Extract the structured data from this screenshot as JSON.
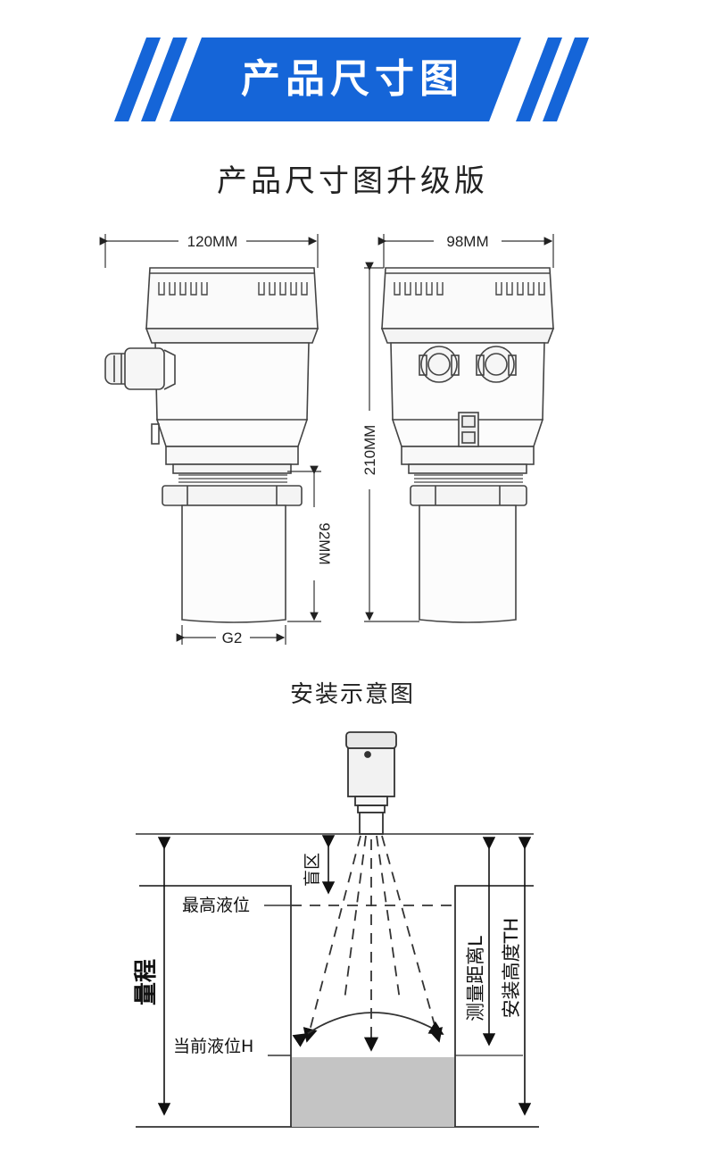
{
  "banner": {
    "title": "产品尺寸图",
    "color": "#1565D8"
  },
  "subtitle": "产品尺寸图升级版",
  "dimensions": {
    "width_front": "120MM",
    "width_side": "98MM",
    "height_total": "210MM",
    "probe_length": "92MM",
    "thread": "G2"
  },
  "install": {
    "title": "安装示意图",
    "blind_zone": "盲区",
    "max_level": "最高液位",
    "current_level": "当前液位H",
    "range": "量程",
    "measure_distance": "测量距离L",
    "install_height": "安装高度TH",
    "liquid_color": "#C4C4C4"
  }
}
